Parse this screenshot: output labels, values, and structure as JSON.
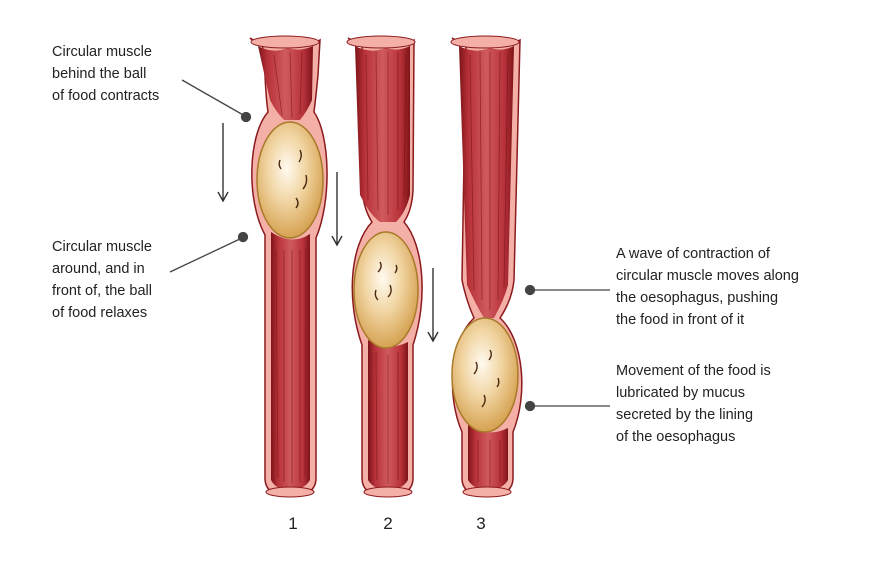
{
  "labels": {
    "left_top": [
      "Circular muscle",
      "behind the ball",
      "of food contracts"
    ],
    "left_bottom": [
      "Circular muscle",
      "around, and in",
      "front of, the ball",
      "of food relaxes"
    ],
    "right_top": [
      "A wave of contraction of",
      "circular muscle moves along",
      "the oesophagus, pushing",
      "the food in front of it"
    ],
    "right_bottom": [
      "Movement of the food is",
      "lubricated by mucus",
      "secreted by the lining",
      "of the oesophagus"
    ]
  },
  "stages": [
    {
      "number": "1"
    },
    {
      "number": "2"
    },
    {
      "number": "3"
    }
  ],
  "colors": {
    "muscle_outer": "#f5b5aa",
    "muscle_mid": "#e2847a",
    "muscle_dark": "#a21e24",
    "muscle_line": "#7a1216",
    "food_light": "#fdf3dd",
    "food_dark": "#d6a24a",
    "food_outline": "#a87a2a",
    "leader": "#444444"
  }
}
